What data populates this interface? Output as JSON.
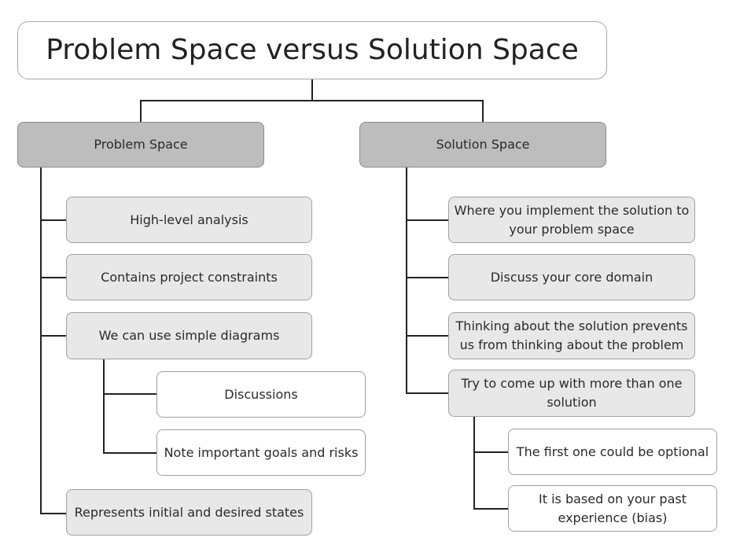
{
  "title": "Problem Space versus Solution Space",
  "problem_space": {
    "label": "Problem Space",
    "items": [
      "High-level analysis",
      "Contains project constraints",
      "We can use simple diagrams",
      "Represents initial and desired states"
    ],
    "diagram_subitems": [
      "Discussions",
      "Note important goals and risks"
    ]
  },
  "solution_space": {
    "label": "Solution Space",
    "items": [
      "Where you implement the solution to your problem space",
      "Discuss your core domain",
      "Thinking about the solution prevents us from thinking about the problem",
      "Try to come up with more than one solution"
    ],
    "more_solutions_subitems": [
      "The first one could be optional",
      "It is based on your past experience (bias)"
    ]
  }
}
